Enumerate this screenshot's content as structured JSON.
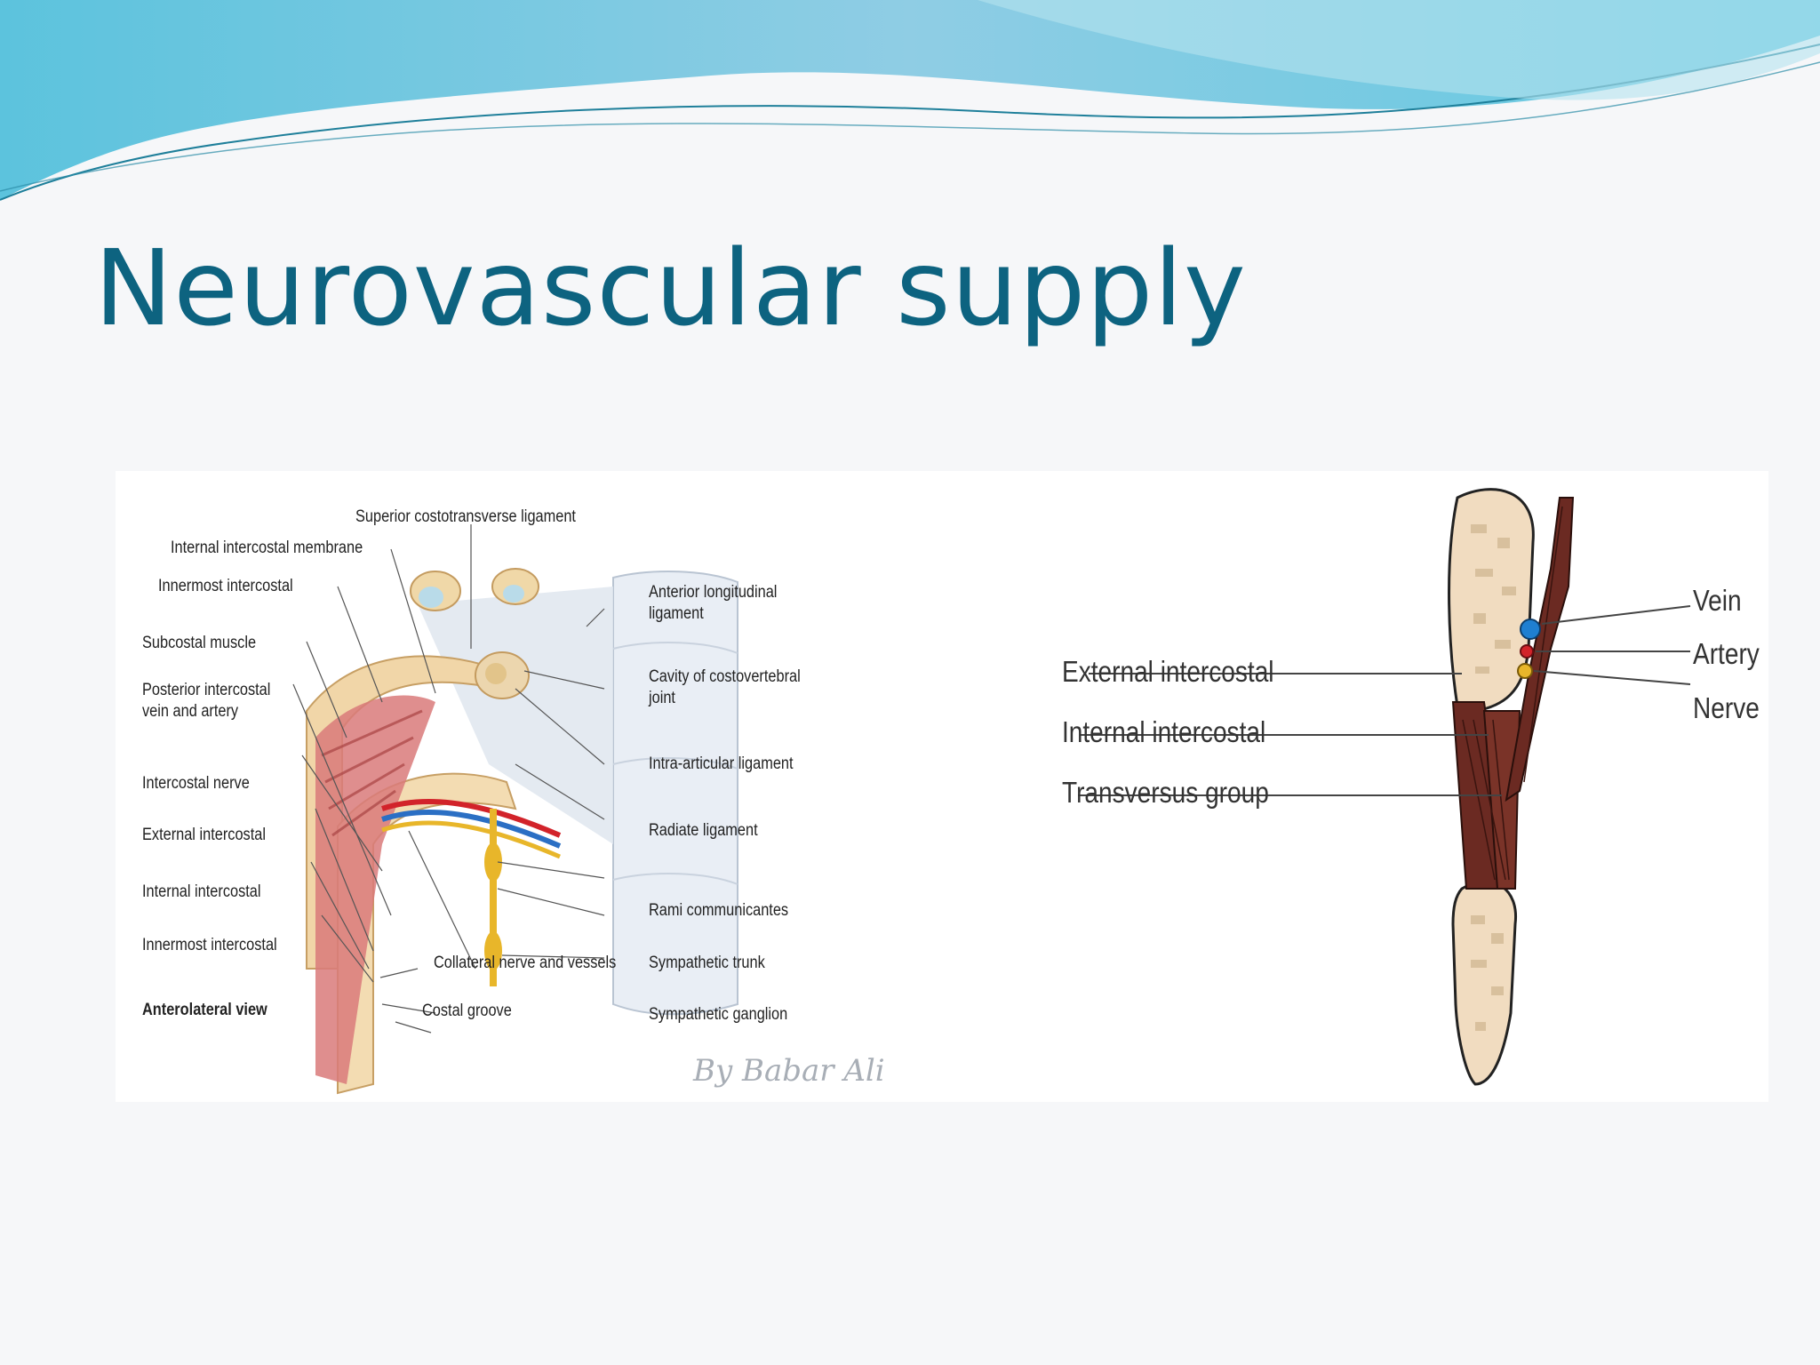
{
  "slide": {
    "title": "Neurovascular supply"
  },
  "left_figure": {
    "labels": {
      "superior_costotransverse": "Superior costotransverse ligament",
      "internal_intercostal_membrane": "Internal intercostal membrane",
      "innermost_intercostal_top": "Innermost intercostal",
      "subcostal_muscle": "Subcostal muscle",
      "posterior_intercostal_vein_artery": "Posterior intercostal vein and artery",
      "intercostal_nerve": "Intercostal nerve",
      "external_intercostal": "External intercostal",
      "internal_intercostal": "Internal intercostal",
      "innermost_intercostal_bottom": "Innermost intercostal",
      "anterolateral_view": "Anterolateral view",
      "costal_groove": "Costal groove",
      "collateral_nerve_vessels": "Collateral nerve and vessels",
      "anterior_longitudinal": "Anterior longitudinal ligament",
      "cavity_costovertebral": "Cavity of costovertebral joint",
      "intra_articular": "Intra-articular ligament",
      "radiate_ligament": "Radiate ligament",
      "rami_communicantes": "Rami communicantes",
      "sympathetic_trunk": "Sympathetic trunk",
      "sympathetic_ganglion": "Sympathetic ganglion"
    },
    "credit": "By Babar Ali"
  },
  "right_figure": {
    "labels": {
      "vein": "Vein",
      "artery": "Artery",
      "nerve": "Nerve",
      "external_intercostal": "External intercostal",
      "internal_intercostal": "Internal intercostal",
      "transversus_group": "Transversus group"
    }
  },
  "colors": {
    "title": "#0d6380",
    "vein": "#1f7fd1",
    "artery": "#d2232a",
    "nerve": "#e8b62a",
    "muscle": "#6b2a22",
    "bone": "#f1dcc0"
  }
}
